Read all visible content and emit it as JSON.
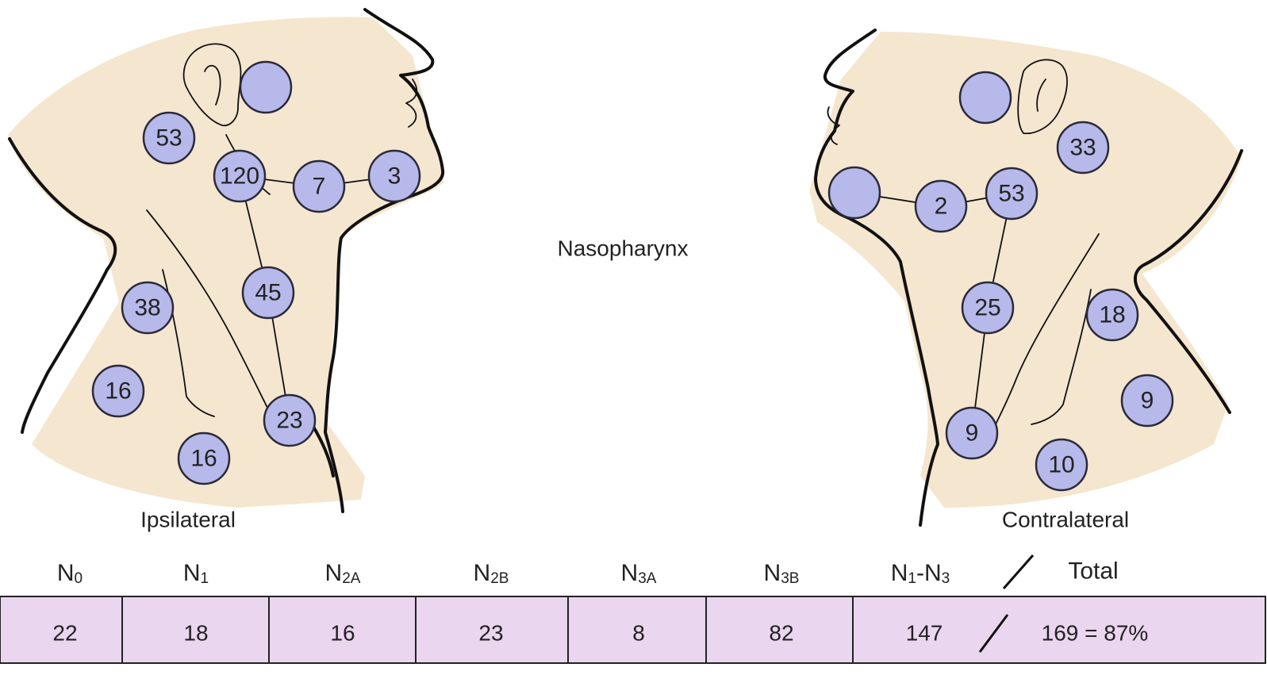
{
  "center_label": "Nasopharynx",
  "ipsilateral": {
    "label": "Ipsilateral",
    "nodes": [
      {
        "key": "parotid",
        "value": ""
      },
      {
        "key": "posterior-auricular",
        "value": "53"
      },
      {
        "key": "jugulodigastric",
        "value": "120"
      },
      {
        "key": "submandibular",
        "value": "7"
      },
      {
        "key": "submental",
        "value": "3"
      },
      {
        "key": "upper-spinal-accessory",
        "value": "38"
      },
      {
        "key": "mid-jugular",
        "value": "45"
      },
      {
        "key": "mid-spinal-accessory",
        "value": "16"
      },
      {
        "key": "lower-jugular",
        "value": "23"
      },
      {
        "key": "supraclavicular",
        "value": "16"
      }
    ]
  },
  "contralateral": {
    "label": "Contralateral",
    "nodes": [
      {
        "key": "parotid",
        "value": ""
      },
      {
        "key": "posterior-auricular",
        "value": "33"
      },
      {
        "key": "submental",
        "value": ""
      },
      {
        "key": "submandibular",
        "value": "2"
      },
      {
        "key": "jugulodigastric",
        "value": "53"
      },
      {
        "key": "mid-jugular",
        "value": "25"
      },
      {
        "key": "upper-spinal-accessory",
        "value": "18"
      },
      {
        "key": "mid-spinal-accessory",
        "value": "9"
      },
      {
        "key": "lower-jugular",
        "value": "9"
      },
      {
        "key": "supraclavicular",
        "value": "10"
      }
    ]
  },
  "table": {
    "columns": [
      {
        "main": "N",
        "sub": "0",
        "value": "22"
      },
      {
        "main": "N",
        "sub": "1",
        "value": "18"
      },
      {
        "main": "N",
        "sub": "2A",
        "value": "16"
      },
      {
        "main": "N",
        "sub": "2B",
        "value": "23"
      },
      {
        "main": "N",
        "sub": "3A",
        "value": "8"
      },
      {
        "main": "N",
        "sub": "3B",
        "value": "82"
      }
    ],
    "range_header": {
      "a_main": "N",
      "a_sub": "1",
      "sep": "-",
      "b_main": "N",
      "b_sub": "3"
    },
    "total_header": "Total",
    "range_value": "147",
    "total_value": "169 = 87%",
    "colors": {
      "cell_fill": "#ead6ef",
      "node_fill": "#b7b9ea",
      "skin": "#f5e6cf"
    }
  }
}
